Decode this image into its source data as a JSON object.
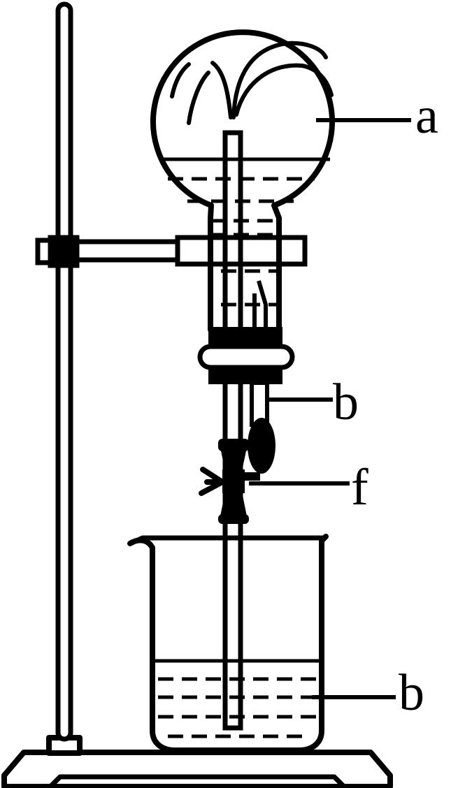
{
  "labels": {
    "flask": "a",
    "dropper": "b",
    "clamp": "f",
    "beaker_liquid": "b"
  },
  "colors": {
    "stroke": "#000000",
    "background": "#ffffff"
  }
}
